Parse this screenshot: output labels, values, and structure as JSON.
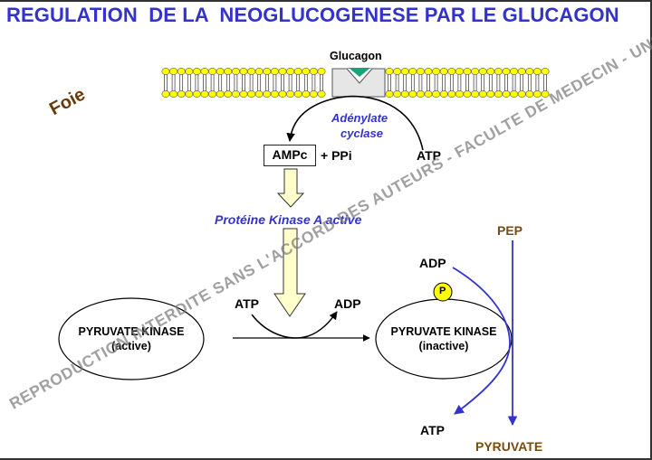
{
  "title": "REGULATION  DE LA  NEOGLUCOGENESE PAR LE GLUCAGON",
  "organ_label": "Foie",
  "membrane": {
    "hormone_label": "Glucagon",
    "receptor": "glucagon-receptor",
    "colors": {
      "lipid_head": "#ffff00",
      "receptor_fill": "#e6e6e6",
      "ligand": "#1aa37a"
    }
  },
  "adenylate_cyclase": {
    "label_line1": "Adénylate",
    "label_line2": "cyclase",
    "substrate": "ATP",
    "product": "AMPc",
    "byproduct": "+ PPi"
  },
  "pka_label": "Protéine Kinase A active",
  "phosphorylation": {
    "atp": "ATP",
    "adp": "ADP"
  },
  "pyruvate_kinase_active": {
    "name": "PYRUVATE KINASE",
    "state": "(active)"
  },
  "pyruvate_kinase_inactive": {
    "name": "PYRUVATE KINASE",
    "state": "(inactive)",
    "phospho_badge": "P"
  },
  "reaction": {
    "substrate": "PEP",
    "product": "PYRUVATE",
    "cofactor_in": "ADP",
    "cofactor_out": "ATP"
  },
  "watermark": "REPRODUCTION INTERDITE SANS L'ACCORD DES AUTEURS - FACULTE DE MEDECIN - UNS",
  "colors": {
    "title": "#3333cc",
    "enzyme_italic": "#3333cc",
    "metabolite_brown": "#7a4a10",
    "reaction_arrow": "#3333cc",
    "signal_arrow_fill": "#ffffcc"
  }
}
